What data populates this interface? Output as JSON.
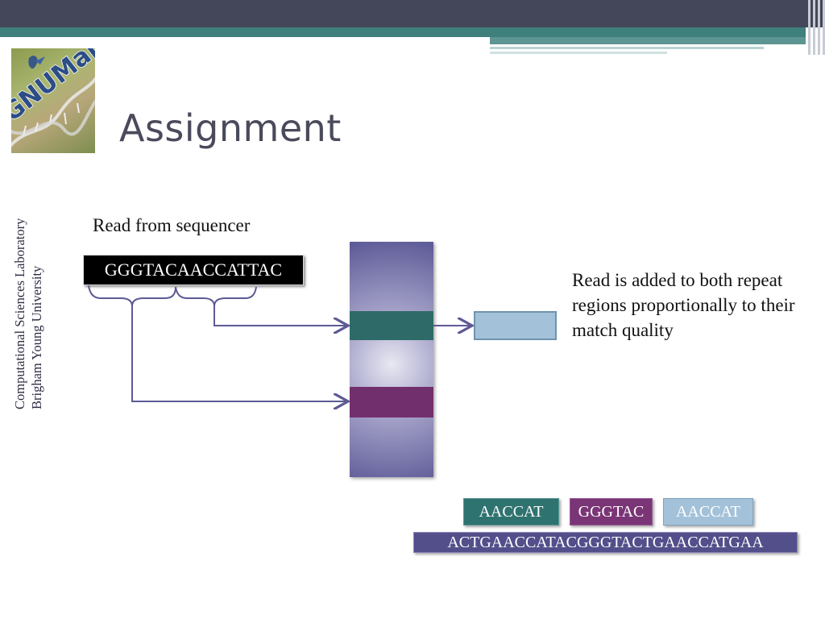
{
  "slide": {
    "title": "Assignment",
    "side_text_line1": "Computational Sciences Laboratory",
    "side_text_line2": "Brigham Young University"
  },
  "logo": {
    "text": "GNUMap"
  },
  "read": {
    "label": "Read from sequencer",
    "sequence": "GGGTACAACCATTAC"
  },
  "explanation": "Read is added to both repeat regions proportionally to their match quality",
  "legend": {
    "chips": [
      {
        "label": "AACCAT",
        "color": "#2f7370"
      },
      {
        "label": "GGGTAC",
        "color": "#7a3576"
      },
      {
        "label": "AACCAT",
        "color": "#a3c2d9"
      }
    ],
    "reference": "ACTGAACCATACGGGTACTGAACCATGAA"
  },
  "colors": {
    "teal_band": "#2e6b68",
    "purple_band": "#722f6e",
    "result_box": "#a3c2d9",
    "genome_bar": "#5b5896",
    "header_dark": "#444659",
    "header_teal": "#3f7f7c"
  }
}
